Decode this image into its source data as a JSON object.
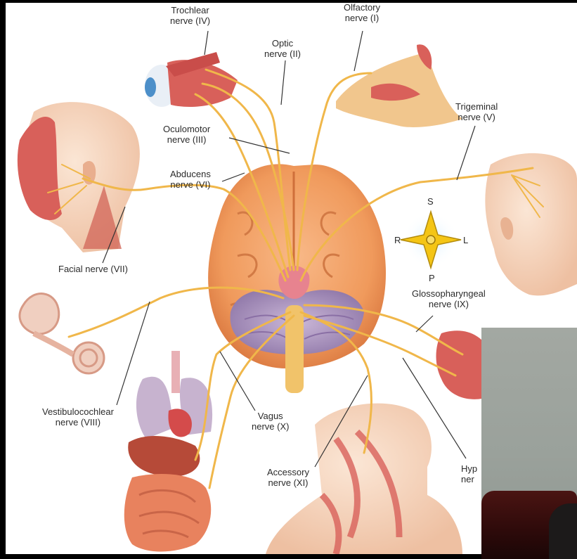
{
  "labels": {
    "trochlear": {
      "line1": "Trochlear",
      "line2": "nerve (IV)"
    },
    "olfactory": {
      "line1": "Olfactory",
      "line2": "nerve (I)"
    },
    "optic": {
      "line1": "Optic",
      "line2": "nerve (II)"
    },
    "trigeminal": {
      "line1": "Trigeminal",
      "line2": "nerve (V)"
    },
    "oculomotor": {
      "line1": "Oculomotor",
      "line2": "nerve (III)"
    },
    "abducens": {
      "line1": "Abducens",
      "line2": "nerve (VI)"
    },
    "facial": {
      "line1": "Facial nerve (VII)"
    },
    "glossopharyngeal": {
      "line1": "Glossopharyngeal",
      "line2": "nerve (IX)"
    },
    "vestibulocochlear": {
      "line1": "Vestibulocochlear",
      "line2": "nerve (VIII)"
    },
    "vagus": {
      "line1": "Vagus",
      "line2": "nerve (X)"
    },
    "accessory": {
      "line1": "Accessory",
      "line2": "nerve (XI)"
    },
    "hypoglossal": {
      "line1": "Hyp",
      "line2": "ner"
    }
  },
  "compass": {
    "superior": "S",
    "inferior": "P",
    "right": "R",
    "left": "L"
  },
  "colors": {
    "nerve": "#f0b74a",
    "brain": "#f3a46a",
    "brain_dark": "#e07e45",
    "cerebellum": "#b9a3c9",
    "muscle": "#d9605d",
    "skin": "#f6d6bf",
    "compass": "#f4c515"
  }
}
